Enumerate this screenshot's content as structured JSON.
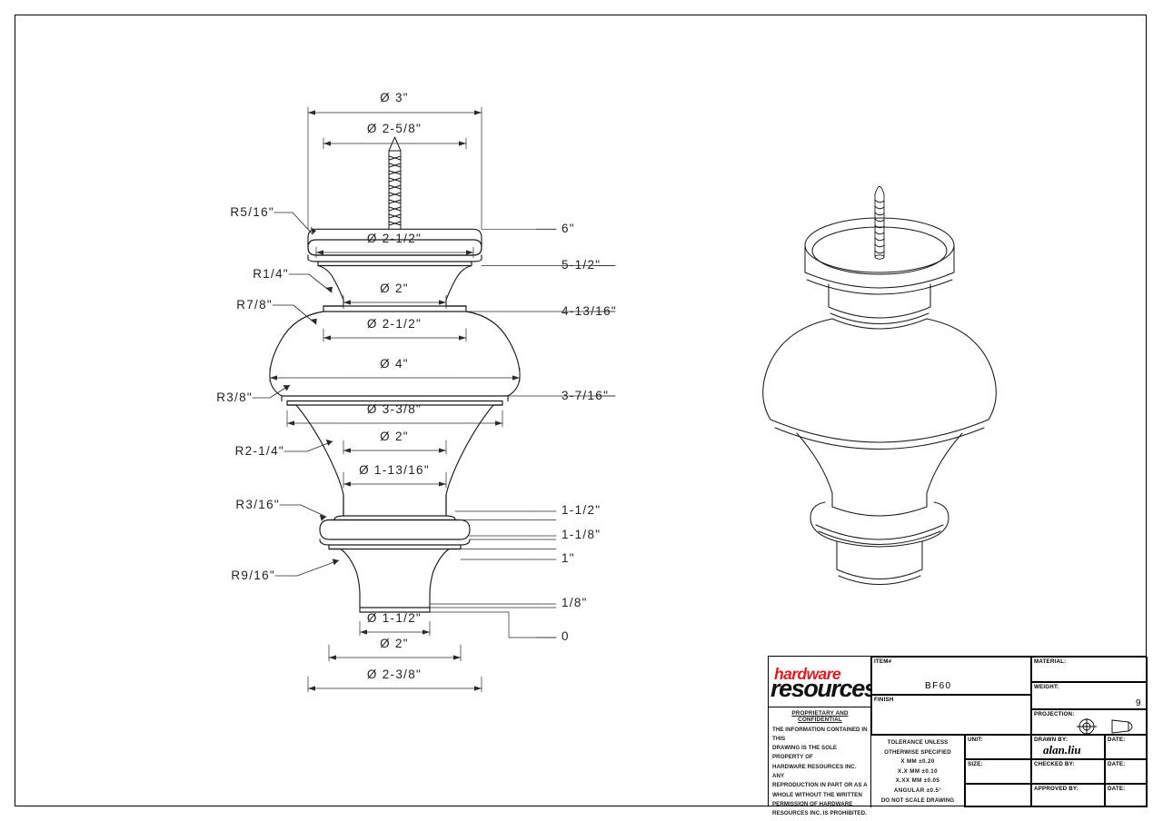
{
  "drawing": {
    "item_number": "BF60",
    "weight_value": "9",
    "signature": "alan.liu"
  },
  "diameters": [
    {
      "id": "d-3",
      "label": "Ø 3\""
    },
    {
      "id": "d-2-5-8",
      "label": "Ø 2-5/8\""
    },
    {
      "id": "d-2-1-2-a",
      "label": "Ø 2-1/2\""
    },
    {
      "id": "d-2-a",
      "label": "Ø 2\""
    },
    {
      "id": "d-2-1-2-b",
      "label": "Ø 2-1/2\""
    },
    {
      "id": "d-4",
      "label": "Ø 4\""
    },
    {
      "id": "d-3-3-8",
      "label": "Ø 3-3/8\""
    },
    {
      "id": "d-2-b",
      "label": "Ø 2\""
    },
    {
      "id": "d-1-13-16",
      "label": "Ø 1-13/16\""
    },
    {
      "id": "d-1-1-2",
      "label": "Ø 1-1/2\""
    },
    {
      "id": "d-2-c",
      "label": "Ø 2\""
    },
    {
      "id": "d-2-3-8",
      "label": "Ø 2-3/8\""
    }
  ],
  "radii": [
    {
      "id": "r-5-16",
      "label": "R5/16\""
    },
    {
      "id": "r-1-4",
      "label": "R1/4\""
    },
    {
      "id": "r-7-8",
      "label": "R7/8\""
    },
    {
      "id": "r-3-8",
      "label": "R3/8\""
    },
    {
      "id": "r-2-1-4",
      "label": "R2-1/4\""
    },
    {
      "id": "r-3-16",
      "label": "R3/16\""
    },
    {
      "id": "r-9-16",
      "label": "R9/16\""
    }
  ],
  "heights": [
    {
      "id": "h-6",
      "label": "6\""
    },
    {
      "id": "h-5-1-2",
      "label": "5-1/2\""
    },
    {
      "id": "h-4-13-16",
      "label": "4-13/16\""
    },
    {
      "id": "h-3-7-16",
      "label": "3-7/16\""
    },
    {
      "id": "h-1-1-2",
      "label": "1-1/2\""
    },
    {
      "id": "h-1-1-8",
      "label": "1-1/8\""
    },
    {
      "id": "h-1",
      "label": "1\""
    },
    {
      "id": "h-1-8",
      "label": "1/8\""
    },
    {
      "id": "h-0",
      "label": "0"
    }
  ],
  "title_block": {
    "logo_word1": "hardware",
    "logo_word2": "resources",
    "item_label": "ITEM#",
    "finish_label": "FINISH",
    "material_label": "MATERIAL:",
    "weight_label": "WEIGHT:",
    "projection_label": "PROJECTION:",
    "unit_label": "UNIT:",
    "size_label": "SIZE:",
    "drawn_by_label": "DRAWN BY:",
    "checked_by_label": "CHECKED BY:",
    "approved_by_label": "APPROVED BY:",
    "date_label_1": "DATE:",
    "date_label_2": "DATE:",
    "date_label_3": "DATE:",
    "proprietary_heading": "PROPRIETARY AND CONFIDENTIAL",
    "proprietary_lines": [
      "THE INFORMATION CONTAINED IN THIS",
      "DRAWING IS THE SOLE PROPERTY OF",
      "HARDWARE RESOURCES INC.  ANY",
      "REPRODUCTION IN PART OR AS A",
      "WHOLE  WITHOUT THE WRITTEN",
      "PERMISSION OF HARDWARE",
      "RESOURCES INC. IS PROHIBITED."
    ],
    "tolerance_heading_1": "TOLERANCE UNLESS",
    "tolerance_heading_2": "OTHERWISE SPECIFIED",
    "tolerance_rows": [
      "X    MM    ±0.20",
      "X.X  MM    ±0.10",
      "X.XX MM   ±0.05",
      "ANGULAR    ±0.5°"
    ],
    "no_scale": "DO NOT SCALE DRAWING"
  },
  "colors": {
    "line": "#1a1a1a",
    "logo_red": "#e01b24",
    "paper": "#ffffff"
  }
}
